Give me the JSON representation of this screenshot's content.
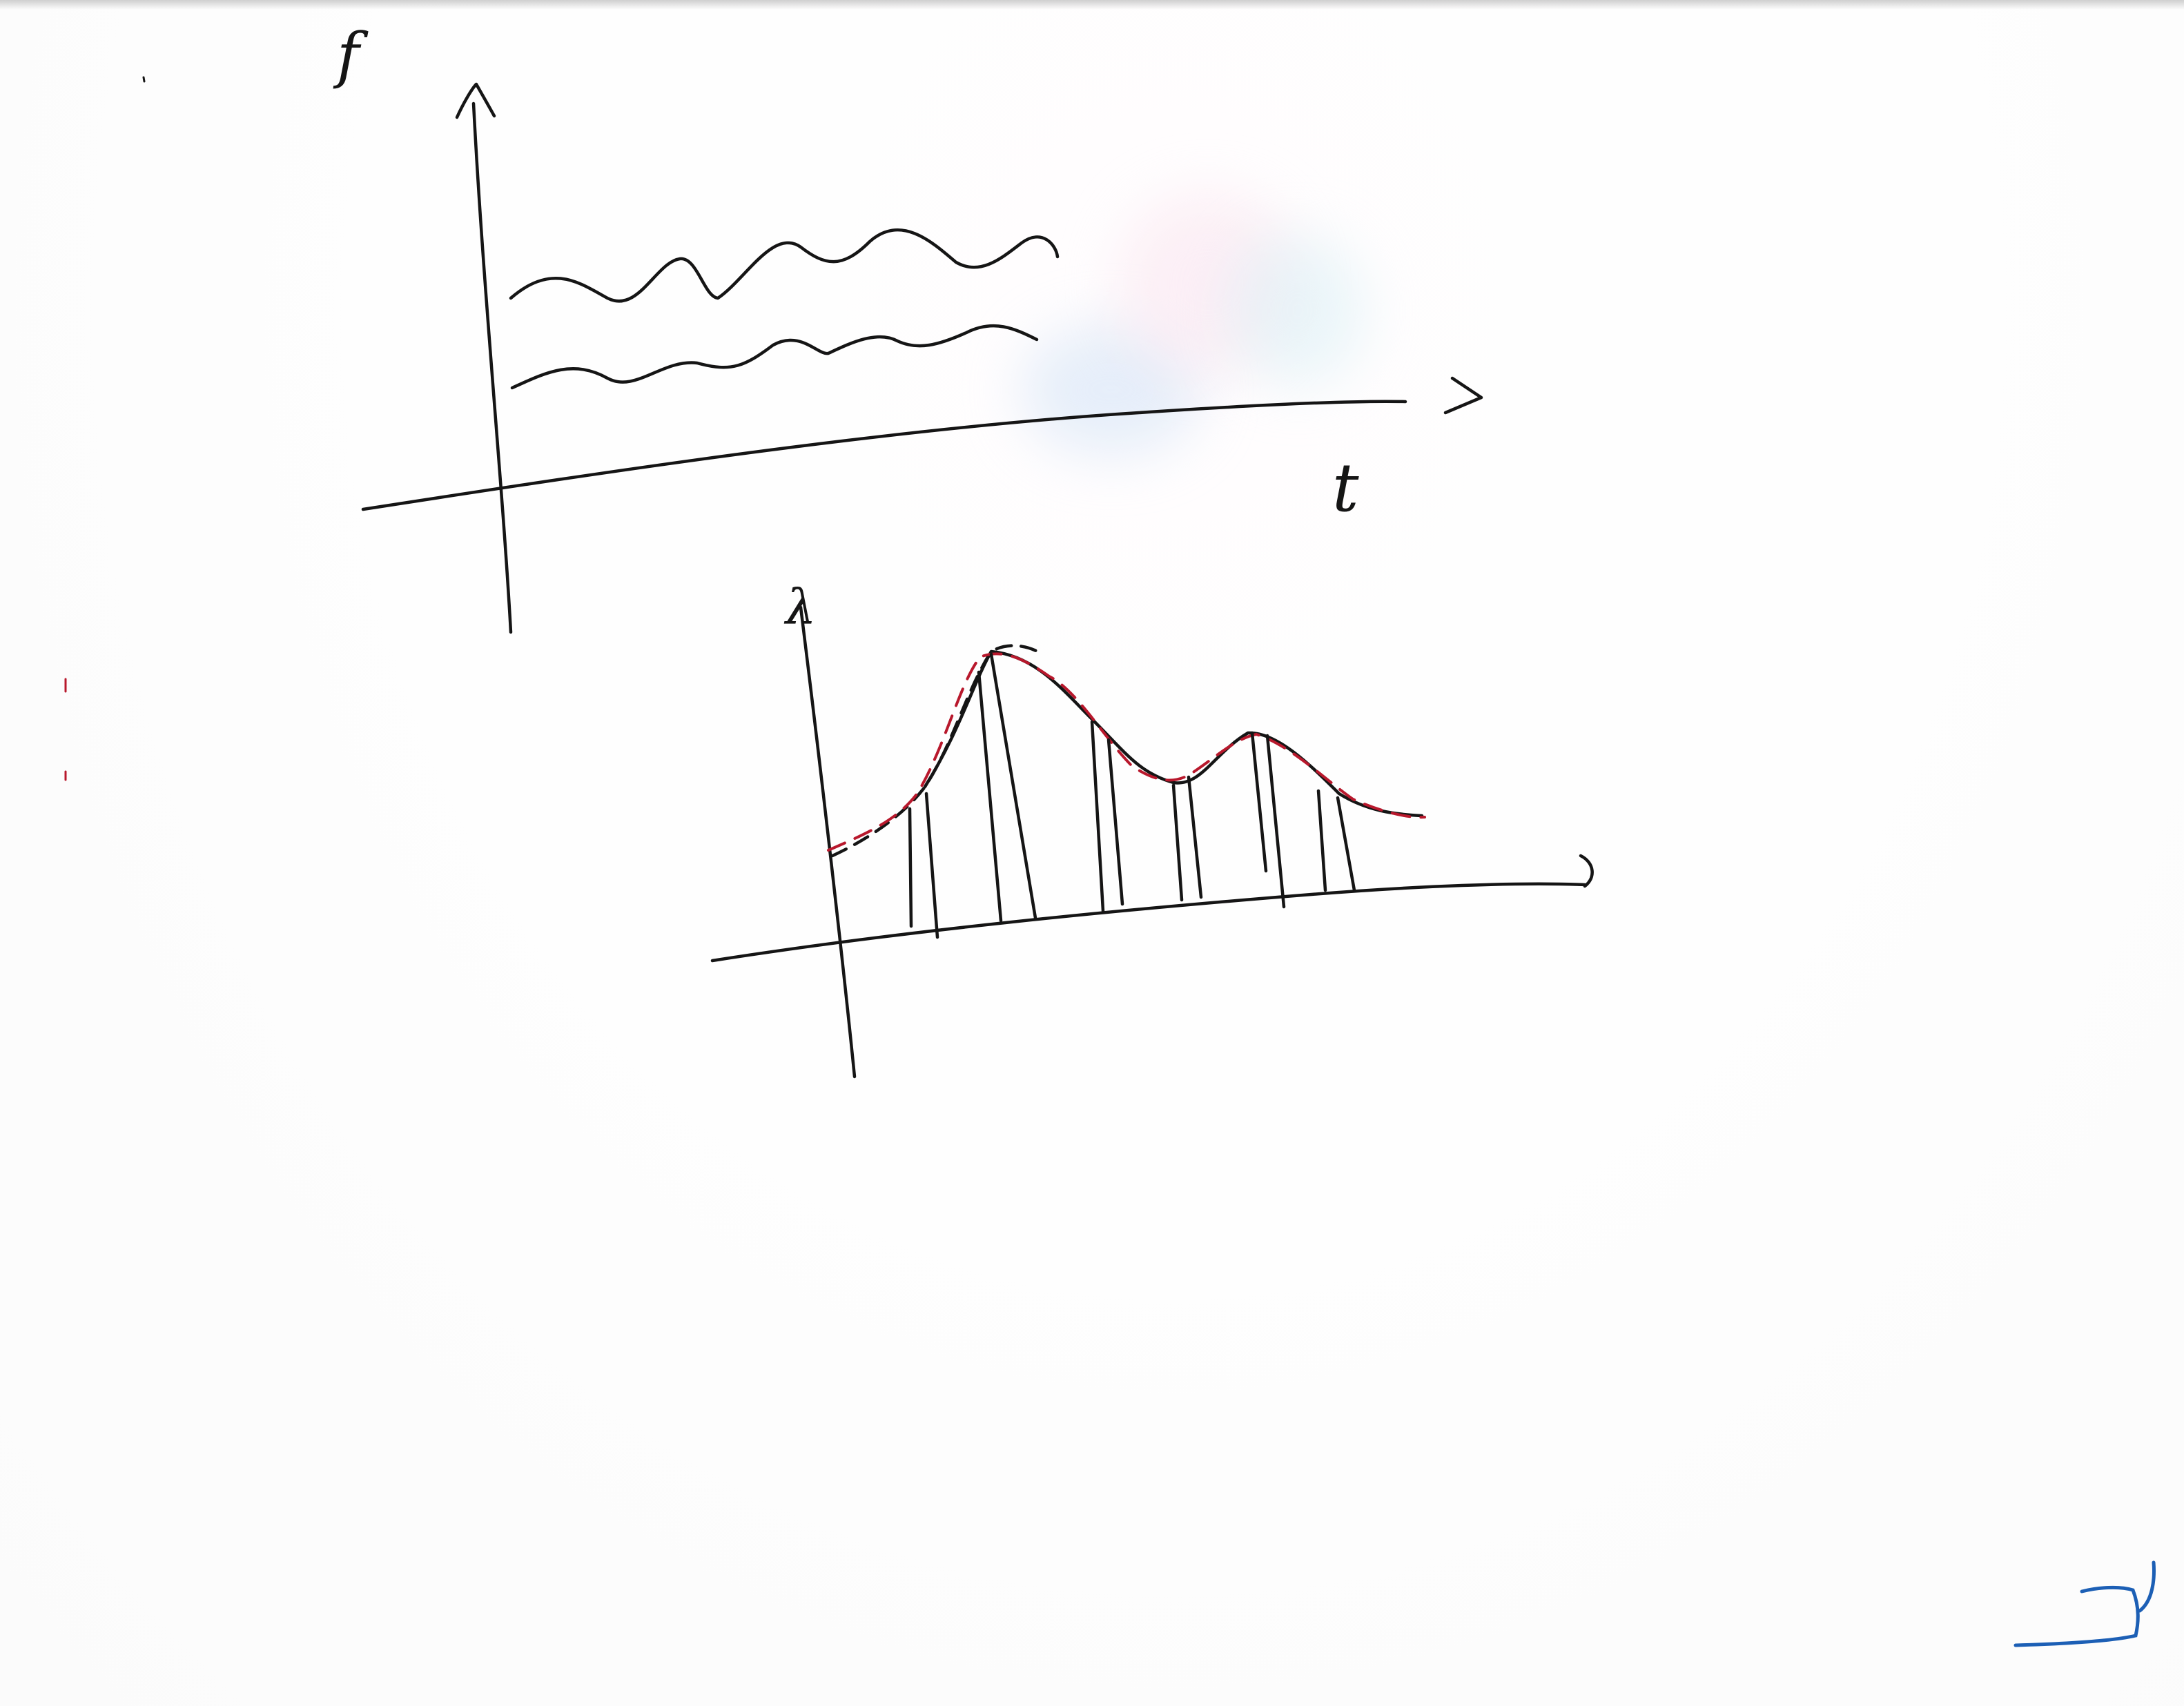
{
  "top_graph": {
    "y_axis_label": "f",
    "x_axis_label": "t"
  },
  "bottom_graph": {
    "y_axis_label": "λ"
  },
  "colors": {
    "ink": "#151515",
    "red_marker": "#b8182c",
    "blue_marker": "#1c5fb5",
    "board": "#fdfdfd"
  }
}
